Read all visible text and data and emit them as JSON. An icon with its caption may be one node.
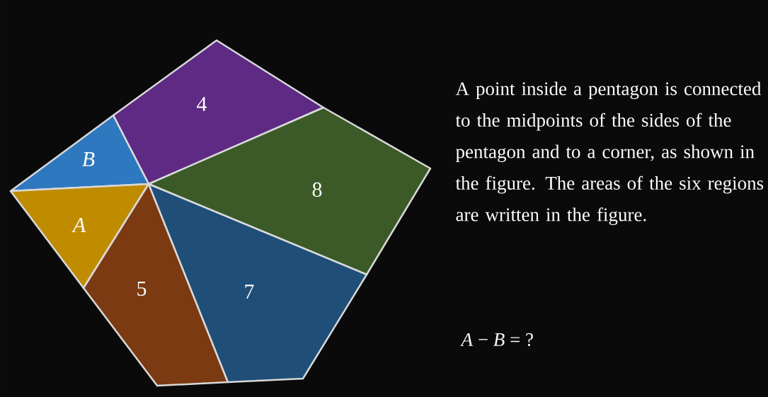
{
  "diagram": {
    "nodes": [
      {
        "text": [
          "4"
        ]
      },
      {
        "text": [
          "B"
        ]
      },
      {
        "text": [
          "8"
        ]
      },
      {
        "text": [
          "A"
        ]
      },
      {
        "text": [
          "5"
        ]
      },
      {
        "text": [
          "7"
        ]
      }
    ],
    "labels": [
      "A point inside a pentagon is connected to the midpoints of the sides of the pentagon and to a corner, as shown in the figure. The areas of the six regions are written in the figure.",
      "*A* − *B* = ?"
    ]
  }
}
